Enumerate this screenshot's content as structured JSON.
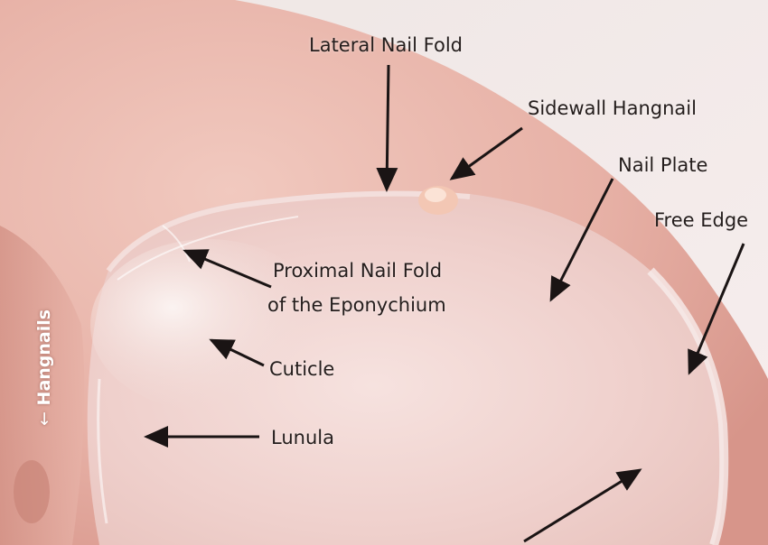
{
  "labels": {
    "lateral_nail_fold": "Lateral Nail Fold",
    "sidewall_hangnail": "Sidewall Hangnail",
    "nail_plate": "Nail Plate",
    "free_edge": "Free Edge",
    "proximal_nail_fold_line1": "Proximal Nail Fold",
    "proximal_nail_fold_line2": "of the Eponychium",
    "cuticle": "Cuticle",
    "lunula": "Lunula",
    "hangnails": "Hangnails"
  },
  "colors": {
    "label_text": "#241d1c",
    "vertical_label_text": "#ffffff",
    "arrow": "#1a1414",
    "skin": "#e8b7ad",
    "nail": "#f3dcd8"
  }
}
